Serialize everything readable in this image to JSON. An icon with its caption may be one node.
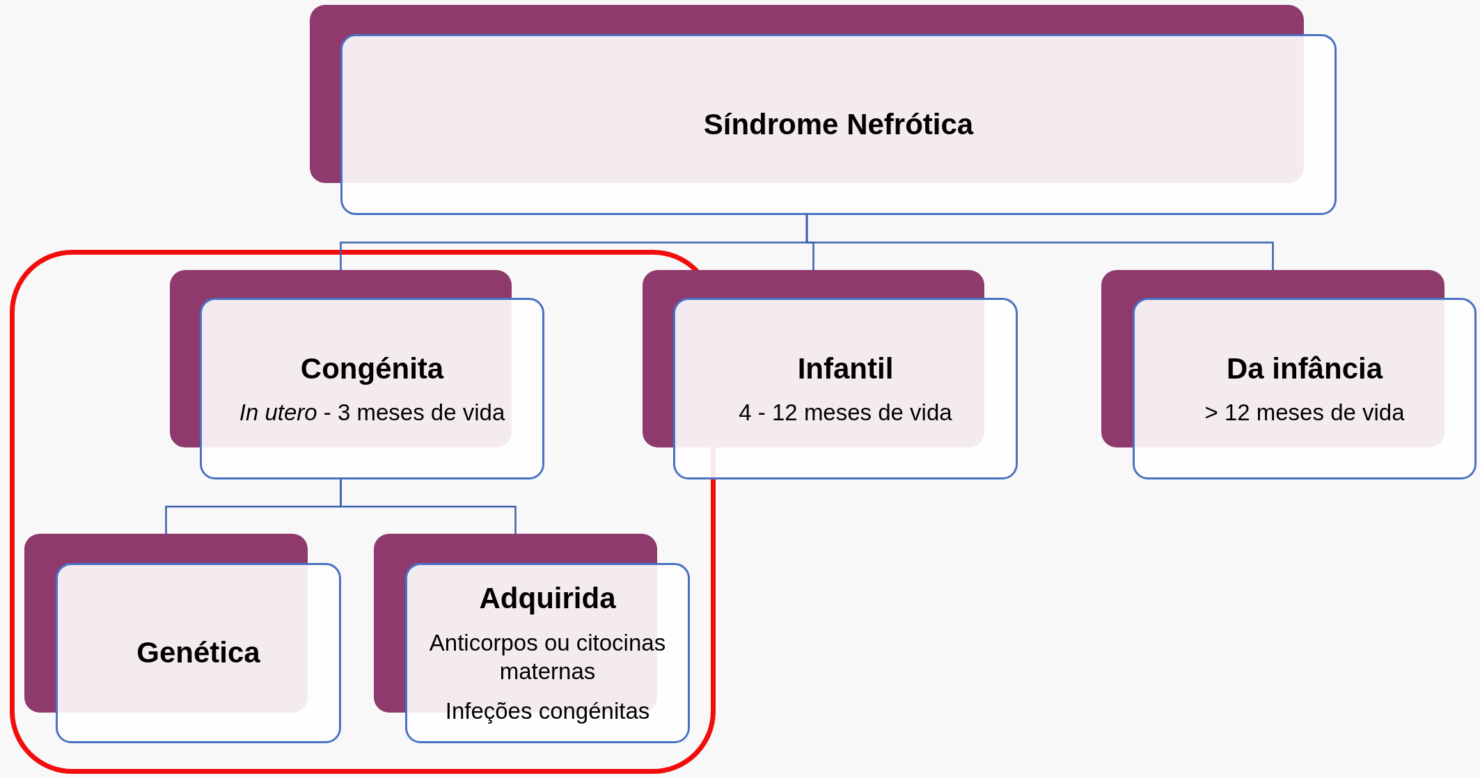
{
  "diagram": {
    "nodes": [
      {
        "text": [
          "Síndrome Nefrótica"
        ]
      },
      {
        "text": [
          "Congénita",
          "*In utero* - 3 meses de vida"
        ]
      },
      {
        "text": [
          "Infantil",
          "4 - 12 meses de vida"
        ]
      },
      {
        "text": [
          "Da infância",
          "> 12 meses de vida"
        ]
      },
      {
        "text": [
          "Genética"
        ]
      },
      {
        "text": [
          "Adquirida",
          "Anticorpos ou citocinas maternas",
          "Infeções congénitas"
        ]
      }
    ],
    "edges": [
      {
        "from": 0,
        "to": 1,
        "arrow": "none"
      },
      {
        "from": 0,
        "to": 2,
        "arrow": "none"
      },
      {
        "from": 0,
        "to": 3,
        "arrow": "none"
      },
      {
        "from": 1,
        "to": 4,
        "arrow": "none"
      },
      {
        "from": 1,
        "to": 5,
        "arrow": "none"
      }
    ]
  }
}
